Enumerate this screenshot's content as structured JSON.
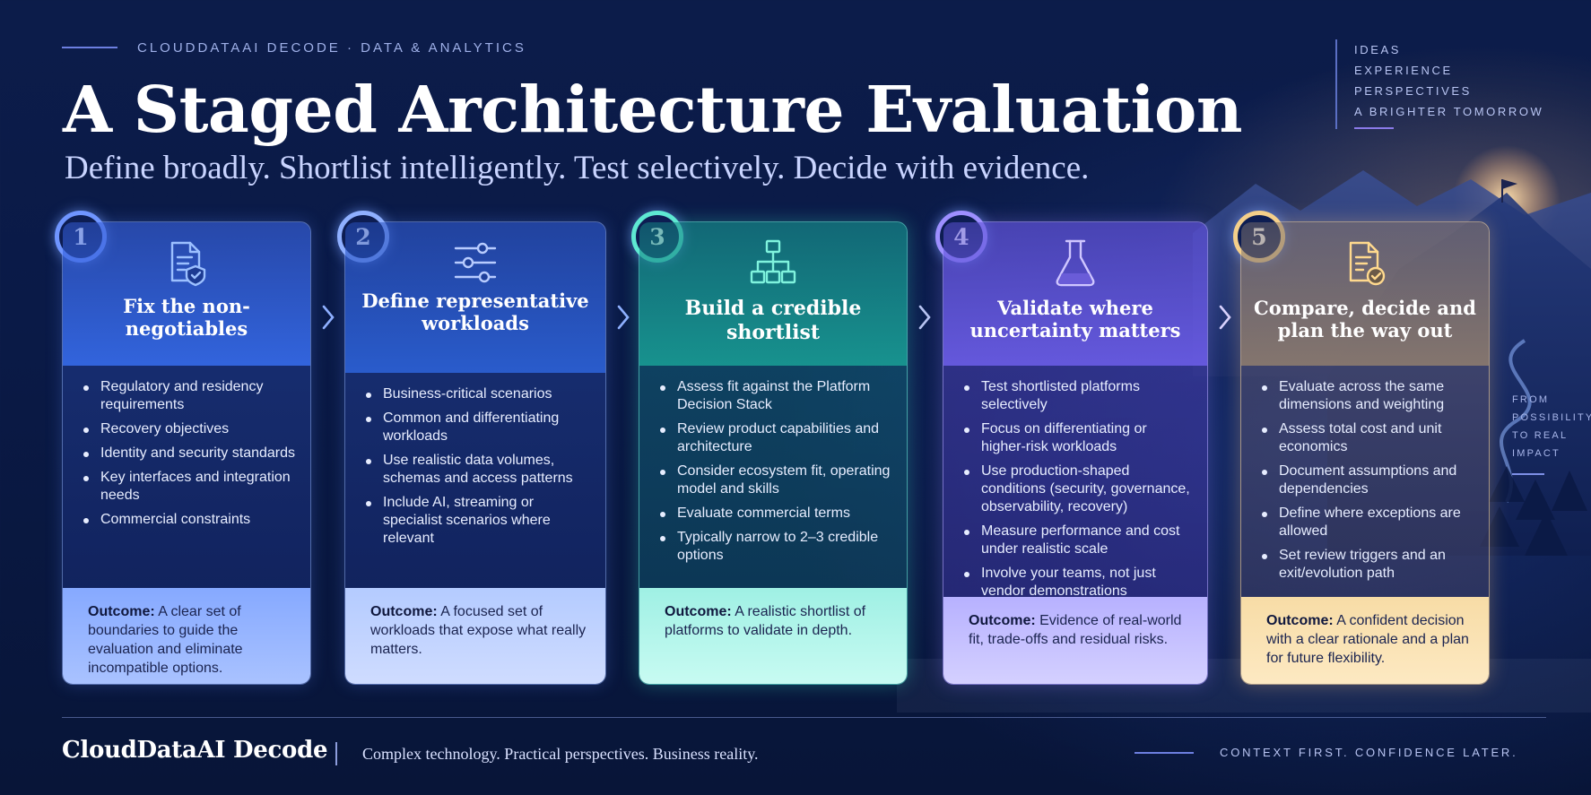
{
  "header": {
    "brand_tag": "CLOUDDATAAI DECODE  ·  DATA & ANALYTICS",
    "title": "A Staged Architecture Evaluation",
    "subtitle": "Define broadly. Shortlist intelligently. Test selectively. Decide with evidence."
  },
  "corner_words": [
    "IDEAS",
    "EXPERIENCE",
    "PERSPECTIVES",
    "A BRIGHTER TOMORROW"
  ],
  "side_words": [
    "FROM",
    "POSSIBILITY",
    "TO REAL",
    "IMPACT"
  ],
  "colors": {
    "background": "#0a1a47",
    "stage1": "#6f95ff",
    "stage2": "#8fb0ff",
    "stage3": "#5ee8d2",
    "stage4": "#9d8fff",
    "stage5": "#f4cf8a"
  },
  "stages": [
    {
      "number": "1",
      "icon": "document-shield-icon",
      "title": "Fix the non-negotiables",
      "bullets": [
        "Regulatory and residency requirements",
        "Recovery objectives",
        "Identity and security standards",
        "Key interfaces and integration needs",
        "Commercial constraints"
      ],
      "outcome_label": "Outcome:",
      "outcome_text": "A clear set of boundaries to guide the evaluation and eliminate incompatible options."
    },
    {
      "number": "2",
      "icon": "sliders-icon",
      "title": "Define representative workloads",
      "bullets": [
        "Business-critical scenarios",
        "Common and differentiating workloads",
        "Use realistic data volumes, schemas and access patterns",
        "Include AI, streaming or specialist scenarios where relevant"
      ],
      "outcome_label": "Outcome:",
      "outcome_text": "A focused set of workloads that expose what really matters."
    },
    {
      "number": "3",
      "icon": "hierarchy-icon",
      "title": "Build a credible shortlist",
      "bullets": [
        "Assess fit against the Platform Decision Stack",
        "Review product capabilities and architecture",
        "Consider ecosystem fit, operating model and skills",
        "Evaluate commercial terms",
        "Typically narrow to 2–3 credible options"
      ],
      "outcome_label": "Outcome:",
      "outcome_text": "A realistic shortlist of platforms to validate in depth."
    },
    {
      "number": "4",
      "icon": "flask-icon",
      "title": "Validate where uncertainty matters",
      "bullets": [
        "Test shortlisted platforms selectively",
        "Focus on differentiating or higher-risk workloads",
        "Use production-shaped conditions (security, governance, observability, recovery)",
        "Measure performance and cost under realistic scale",
        "Involve your teams, not just vendor demonstrations"
      ],
      "outcome_label": "Outcome:",
      "outcome_text": "Evidence of real-world fit, trade-offs and residual risks."
    },
    {
      "number": "5",
      "icon": "document-check-icon",
      "title": "Compare, decide and plan the way out",
      "bullets": [
        "Evaluate across the same dimensions and weighting",
        "Assess total cost and unit economics",
        "Document assumptions and dependencies",
        "Define where exceptions are allowed",
        "Set review triggers and an exit/evolution path"
      ],
      "outcome_label": "Outcome:",
      "outcome_text": "A confident decision with a clear rationale and a plan for future flexibility."
    }
  ],
  "footer": {
    "brand": "CloudDataAI Decode",
    "tagline": "Complex technology. Practical perspectives. Business reality.",
    "right": "CONTEXT FIRST. CONFIDENCE LATER."
  }
}
